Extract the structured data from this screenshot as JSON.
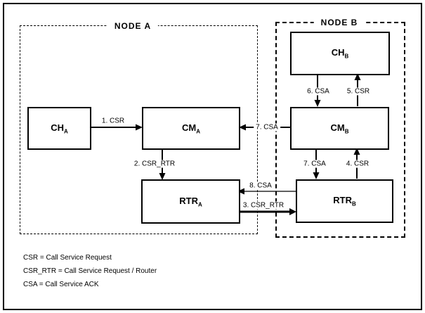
{
  "diagram": {
    "node_a": {
      "title": "NODE A"
    },
    "node_b": {
      "title": "NODE B"
    },
    "boxes": {
      "ch_a": {
        "label": "CH",
        "sub": "A"
      },
      "cm_a": {
        "label": "CM",
        "sub": "A"
      },
      "rtr_a": {
        "label": "RTR",
        "sub": "A"
      },
      "ch_b": {
        "label": "CH",
        "sub": "B"
      },
      "cm_b": {
        "label": "CM",
        "sub": "B"
      },
      "rtr_b": {
        "label": "RTR",
        "sub": "B"
      }
    },
    "arrows": {
      "csr1": "1. CSR",
      "csr_rtr2": "2. CSR_RTR",
      "csr_rtr3": "3. CSR_RTR",
      "csr4": "4. CSR",
      "csr5": "5. CSR",
      "csa6": "6. CSA",
      "csa7_horizontal": "7. CSA",
      "csa7_vertical": "7. CSA",
      "csa8": "8. CSA"
    },
    "legend": {
      "lines": [
        "CSR = Call Service Request",
        "CSR_RTR = Call Service Request / Router",
        "CSA = Call Service ACK"
      ]
    }
  }
}
